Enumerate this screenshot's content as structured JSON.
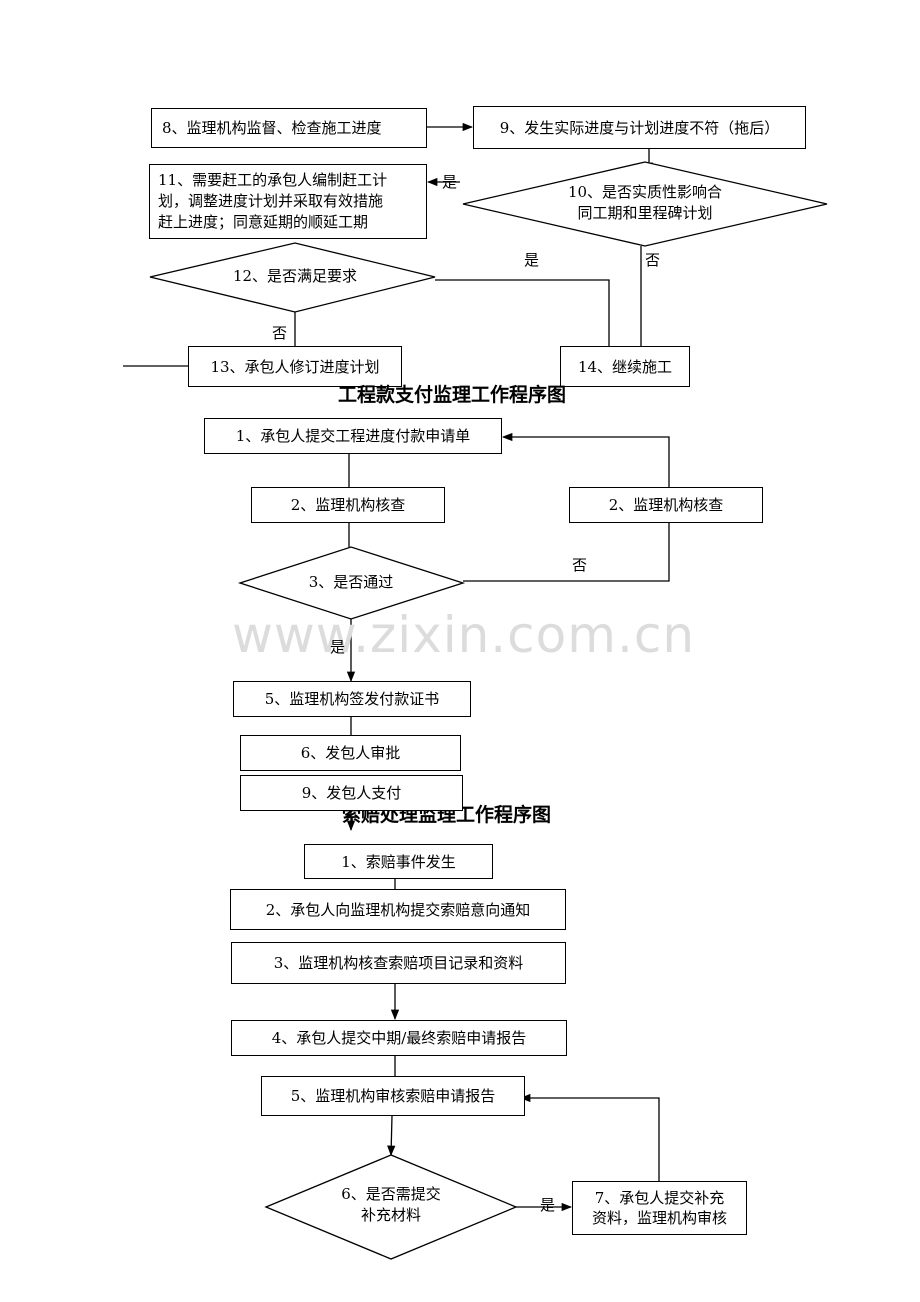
{
  "section1": {
    "node8": "8、监理机构监督、检查施工进度",
    "node9": "9、发生实际进度与计划进度不符（拖后）",
    "node10_line1": "10、是否实质性影响合",
    "node10_line2": "同工期和里程碑计划",
    "node11_line1": "11、需要赶工的承包人编制赶工计",
    "node11_line2": "划，调整进度计划并采取有效措施",
    "node11_line3": "赶上进度；同意延期的顺延工期",
    "node12": "12、是否满足要求",
    "node13": "13、承包人修订进度计划",
    "node14": "14、继续施工",
    "yes_10": "是",
    "no_10": "否",
    "yes_12": "是",
    "no_12": "否"
  },
  "section2": {
    "title": "工程款支付监理工作程序图",
    "node1": "1、承包人提交工程进度付款申请单",
    "node2a": "2、监理机构核查",
    "node2b": "2、监理机构核查",
    "node3": "3、是否通过",
    "node5": "5、监理机构签发付款证书",
    "node6": "6、发包人审批",
    "node9": "9、发包人支付",
    "no_3": "否",
    "yes_3": "是"
  },
  "section3": {
    "title": "索赔处理监理工作程序图",
    "node1": "1、索赔事件发生",
    "node2": "2、承包人向监理机构提交索赔意向通知",
    "node3": "3、监理机构核查索赔项目记录和资料",
    "node4": "4、承包人提交中期/最终索赔申请报告",
    "node5": "5、监理机构审核索赔申请报告",
    "node6_line1": "6、是否需提交",
    "node6_line2": "补充材料",
    "node7_line1": "7、承包人提交补充",
    "node7_line2": "资料，监理机构审核",
    "yes_6": "是"
  },
  "watermark": "www.zixin.com.cn"
}
